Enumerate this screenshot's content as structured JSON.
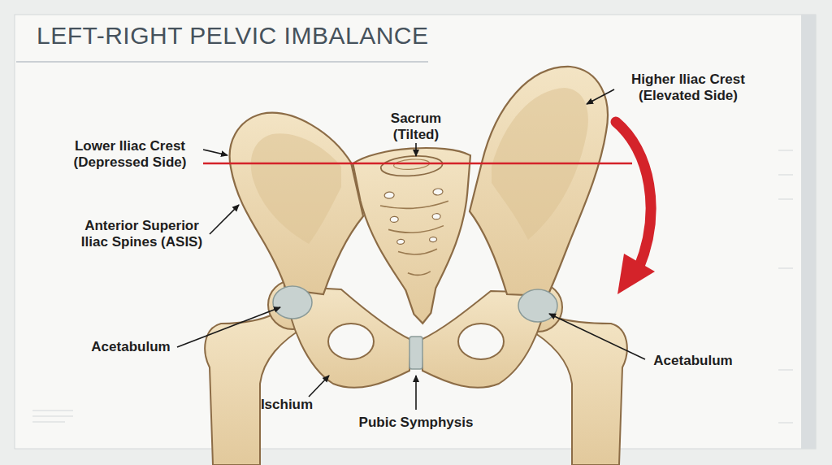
{
  "diagram": {
    "title": "LEFT-RIGHT PELVIC IMBALANCE",
    "labels": [
      "Sacrum (Tilted)",
      "Higher Iliac Crest (Elevated Side)",
      "Lower Iliac Crest (Depressed Side)",
      "Anterior Superior Iliac Spines (ASIS)",
      "Acetabulum",
      "Ischium",
      "Pubic Symphysis",
      "Acetabulum"
    ]
  }
}
